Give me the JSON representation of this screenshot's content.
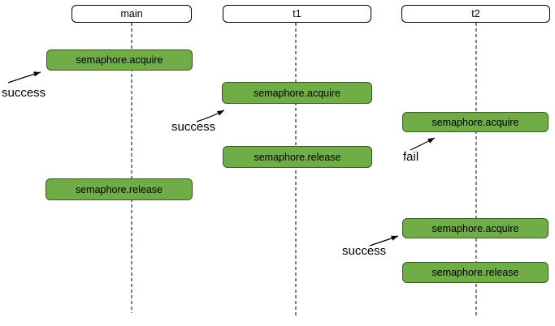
{
  "diagram": {
    "type": "sequence-timeline",
    "lanes": [
      {
        "id": "main",
        "header": "main"
      },
      {
        "id": "t1",
        "header": "t1"
      },
      {
        "id": "t2",
        "header": "t2"
      }
    ],
    "events": [
      {
        "lane": "main",
        "label": "semaphore.acquire",
        "result": "success"
      },
      {
        "lane": "t1",
        "label": "semaphore.acquire",
        "result": "success"
      },
      {
        "lane": "t2",
        "label": "semaphore.acquire",
        "result": "fail"
      },
      {
        "lane": "t1",
        "label": "semaphore.release"
      },
      {
        "lane": "main",
        "label": "semaphore.release"
      },
      {
        "lane": "t2",
        "label": "semaphore.acquire",
        "result": "success"
      },
      {
        "lane": "t2",
        "label": "semaphore.release"
      }
    ],
    "annotations": [
      {
        "text": "success",
        "target": "main semaphore.acquire"
      },
      {
        "text": "success",
        "target": "t1 semaphore.acquire"
      },
      {
        "text": "fail",
        "target": "t2 first semaphore.acquire"
      },
      {
        "text": "success",
        "target": "t2 second semaphore.acquire"
      }
    ],
    "colors": {
      "activation_fill": "#70ad47",
      "activation_border": "#385723",
      "header_fill": "#ffffff",
      "line": "#000000"
    }
  }
}
